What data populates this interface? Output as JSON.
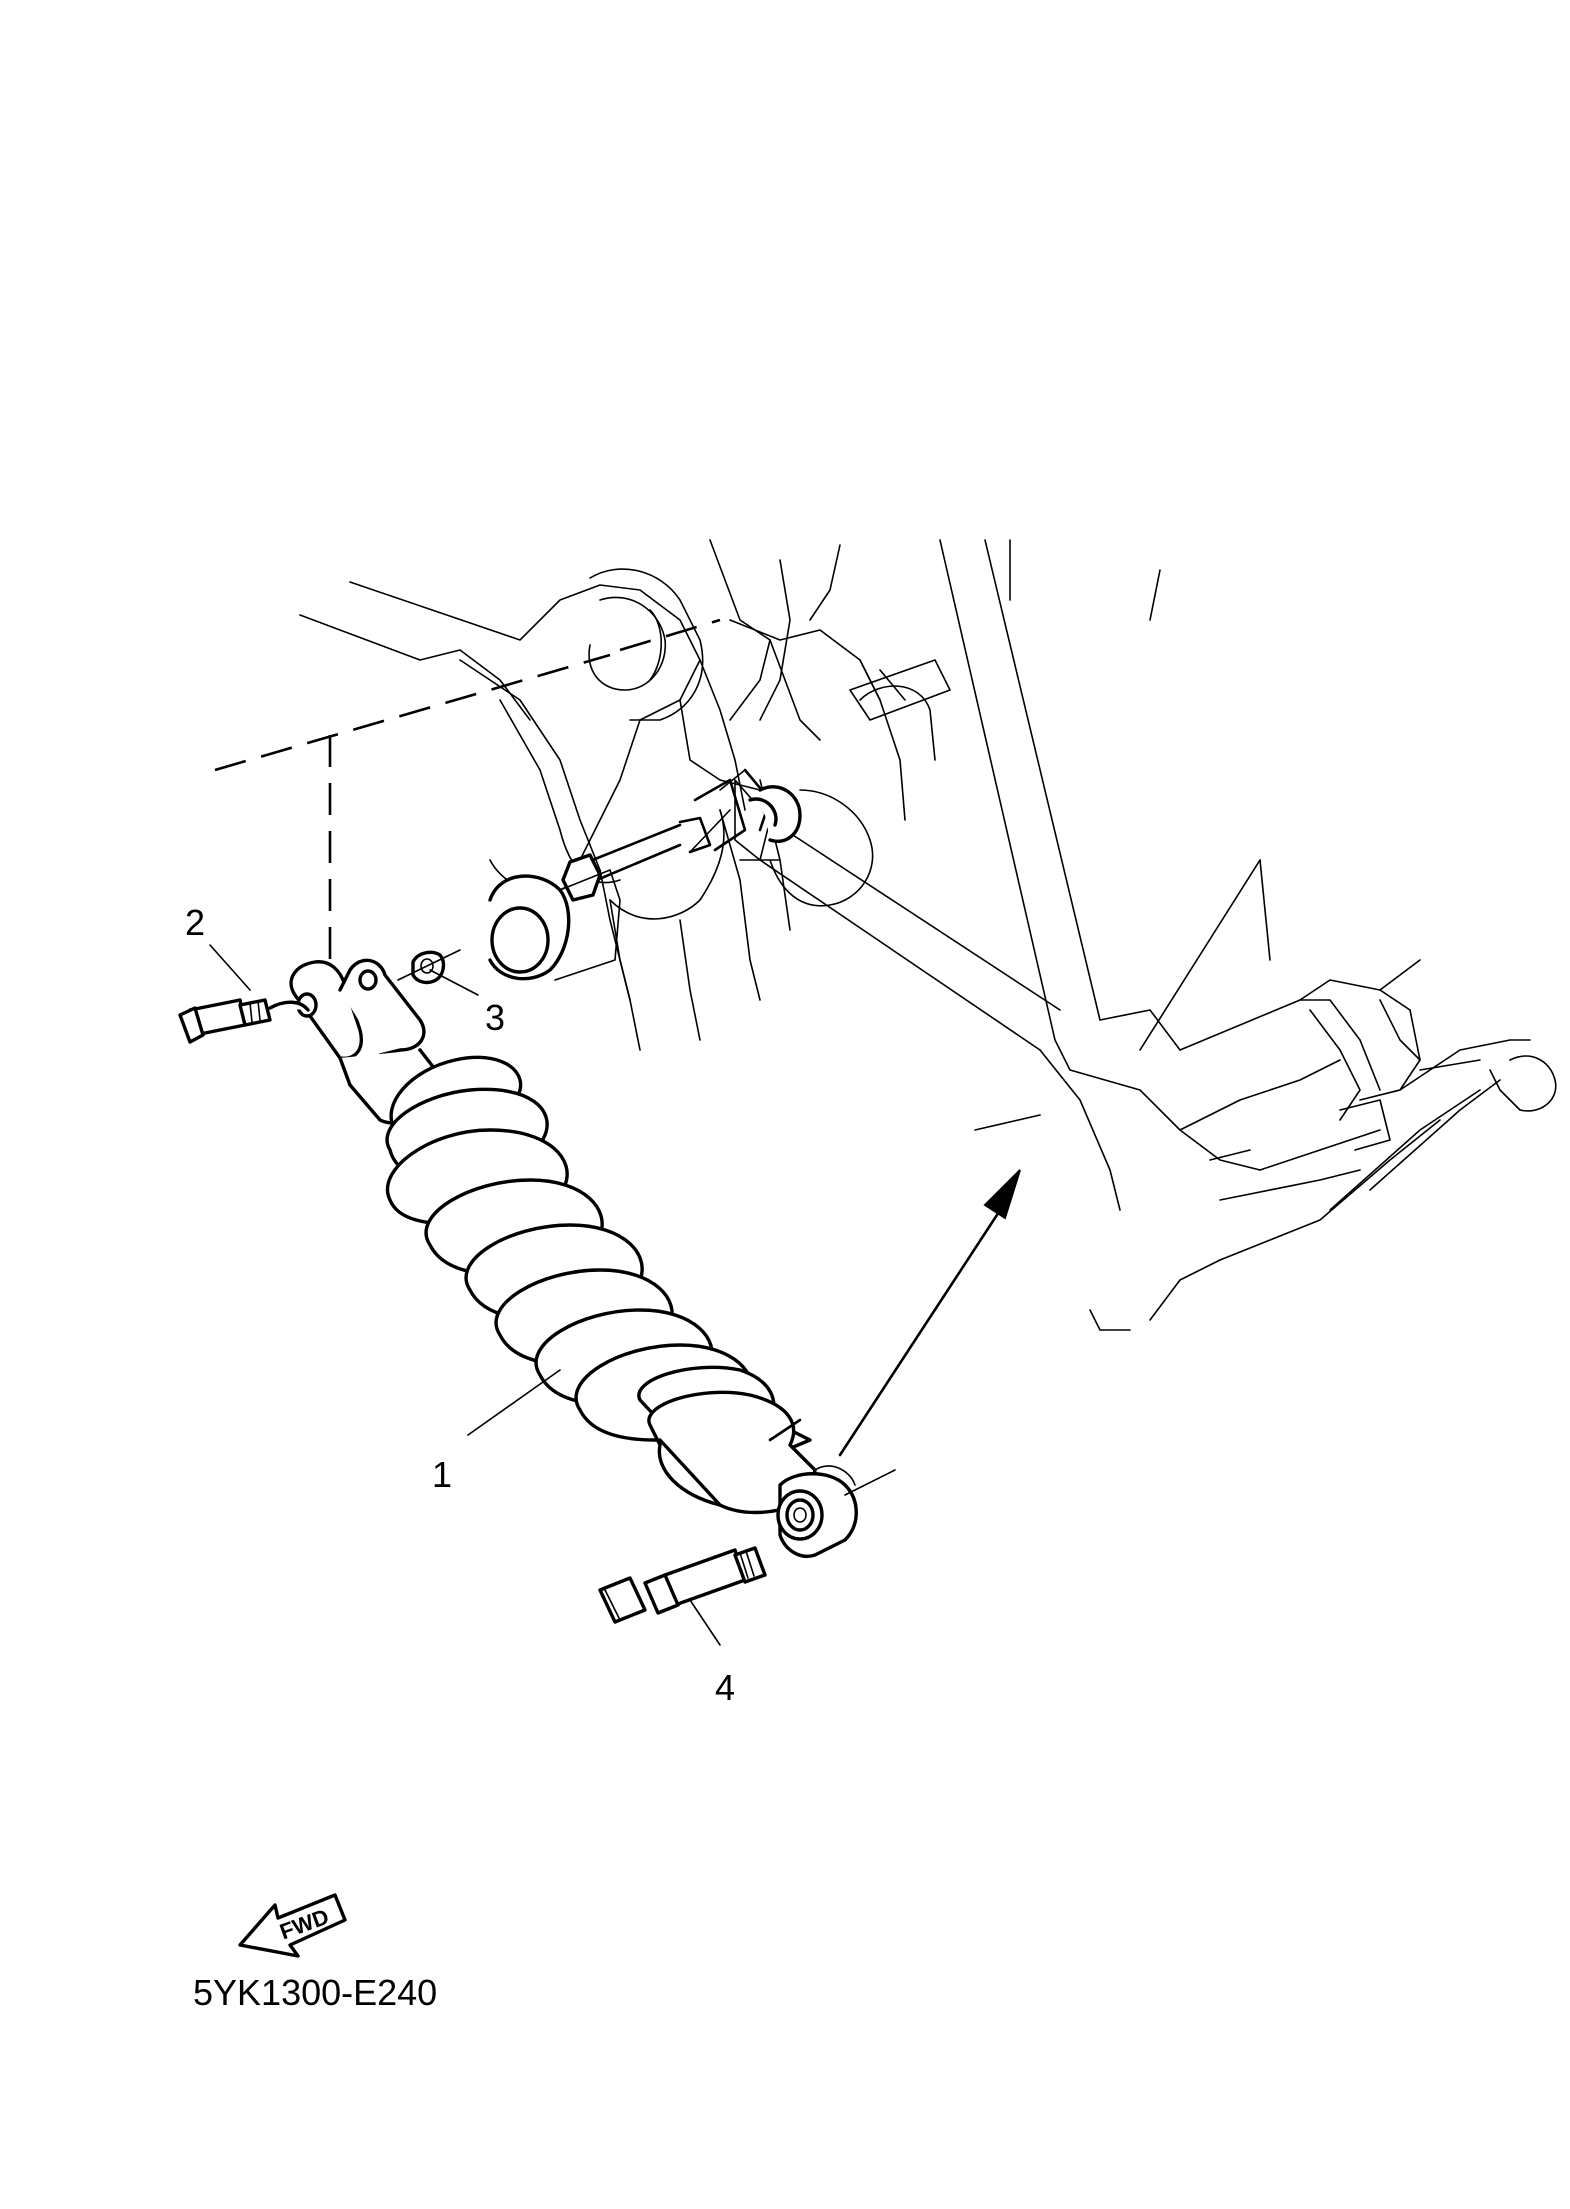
{
  "callouts": [
    {
      "id": "1",
      "label": "1"
    },
    {
      "id": "2",
      "label": "2"
    },
    {
      "id": "3",
      "label": "3"
    },
    {
      "id": "4",
      "label": "4"
    }
  ],
  "fwd_label": "FWD",
  "diagram_code": "5YK1300-E240",
  "icons": [
    "fwd-arrow-icon"
  ]
}
